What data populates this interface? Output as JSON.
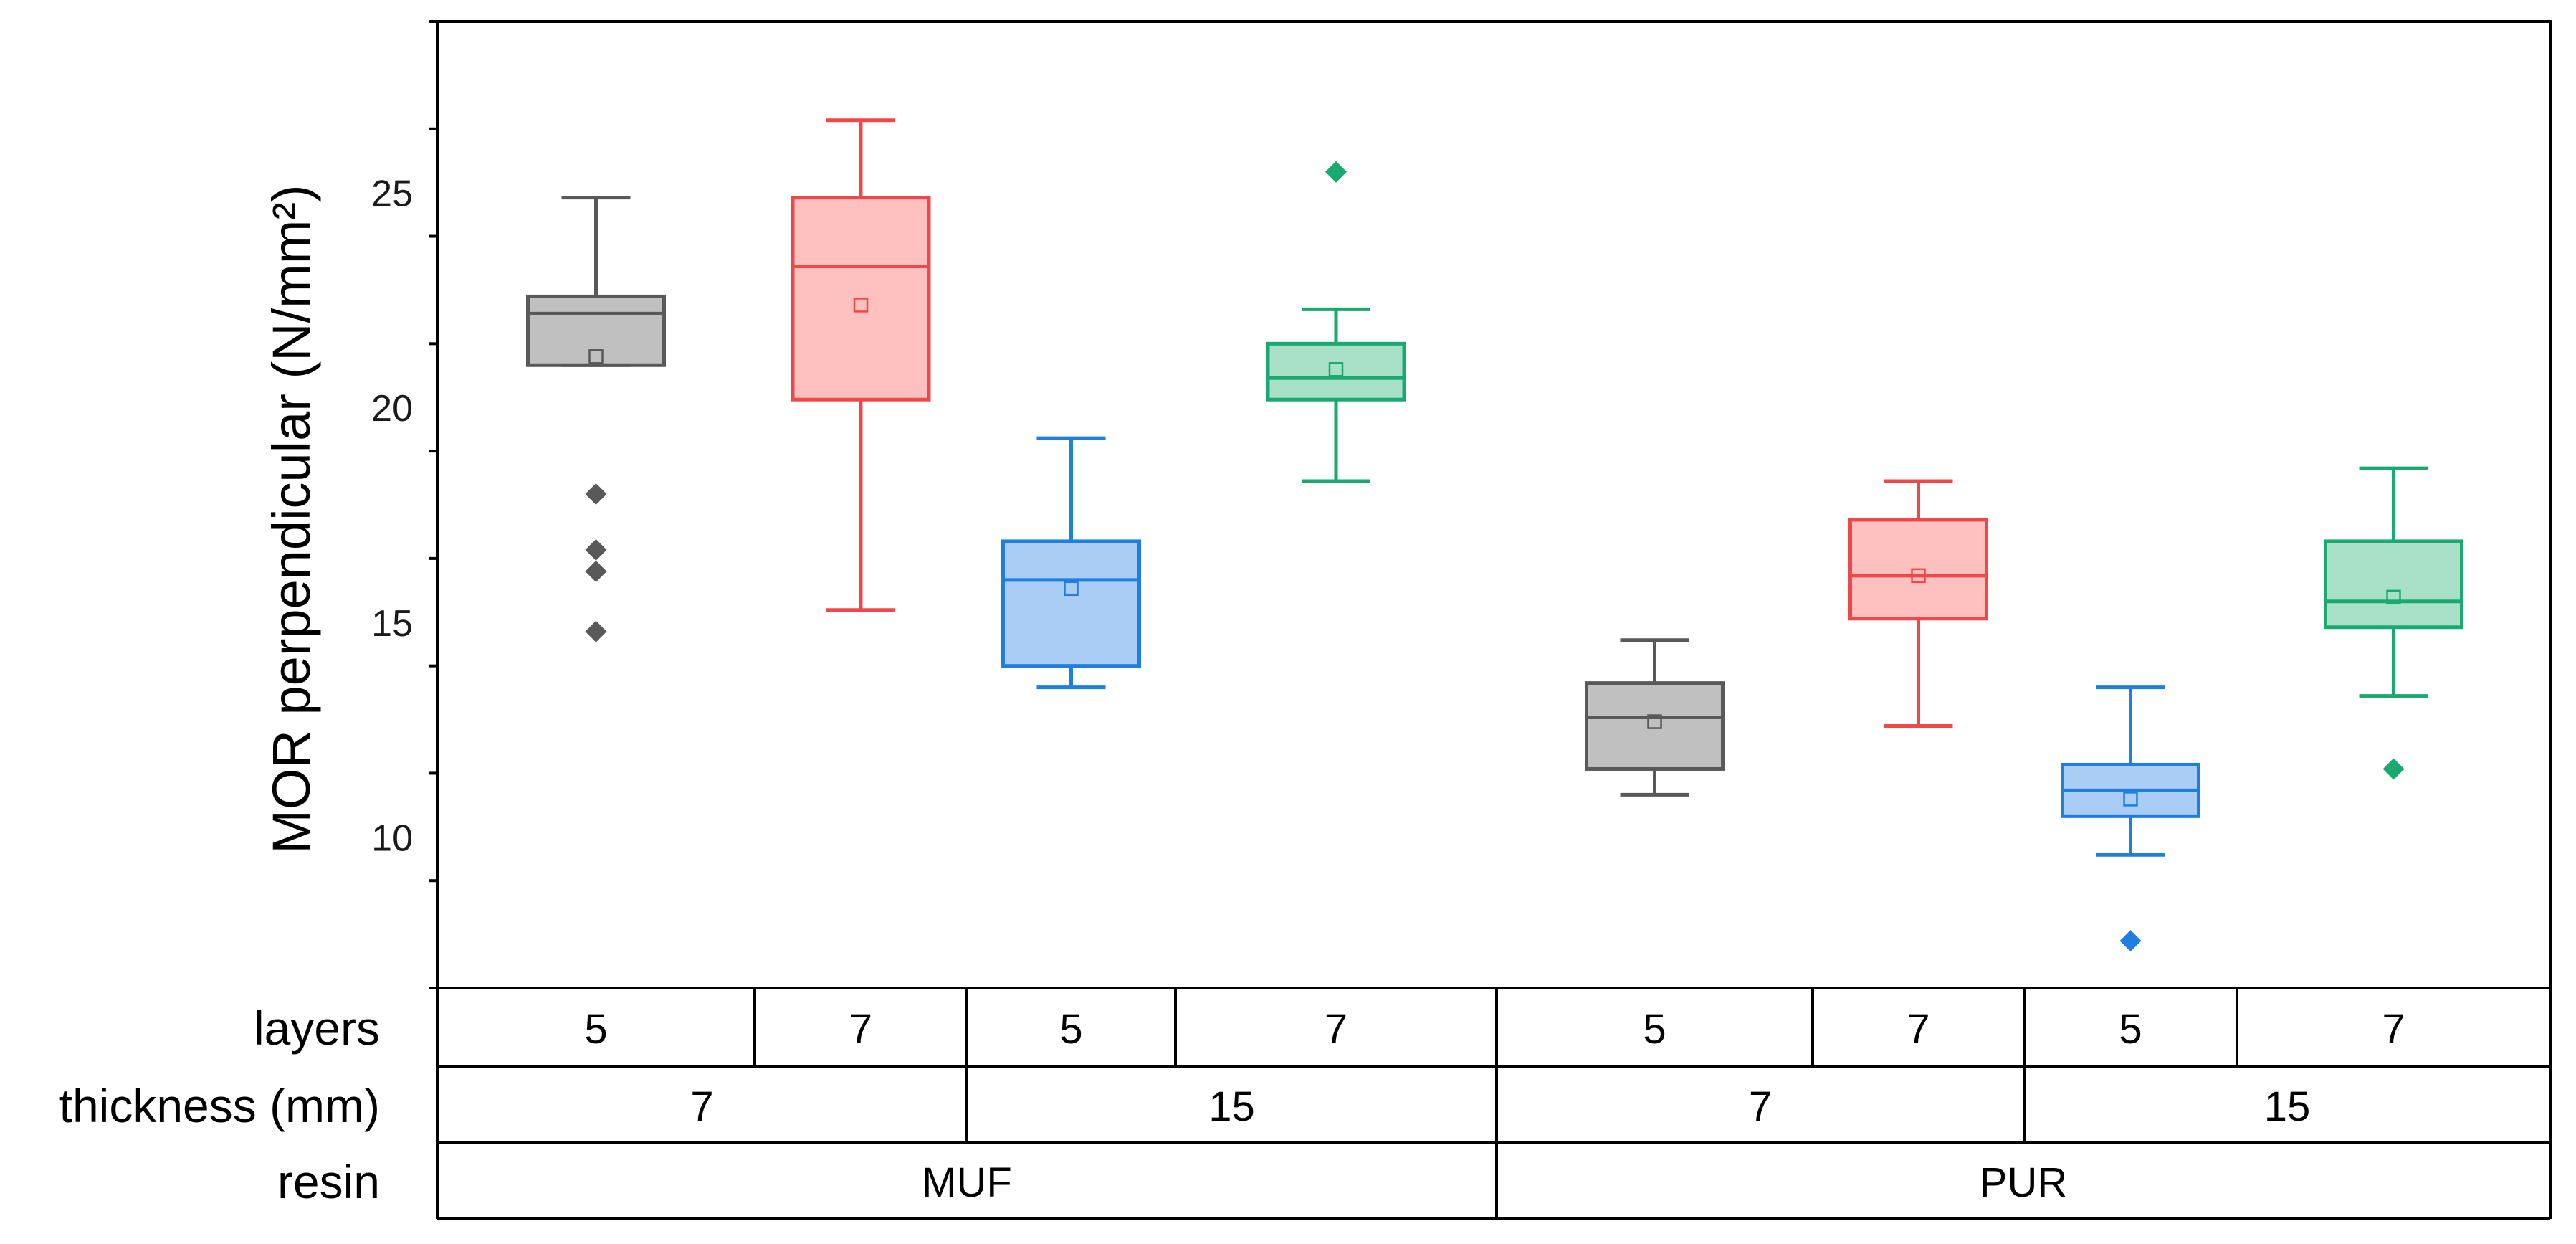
{
  "chart_data": {
    "type": "box",
    "title": "",
    "ylabel": "MOR perpendicular (N/mm²)",
    "ylim": [
      6.5,
      29.0
    ],
    "yticks": [
      10,
      15,
      20,
      25
    ],
    "grid": false,
    "boxes": [
      {
        "group": 1,
        "resin": "MUF",
        "thickness": "7",
        "layers": "5",
        "color": "#595959",
        "fill": "#c0c0c0",
        "whisker_low": 21.0,
        "q1": 21.0,
        "median": 22.2,
        "q3": 22.6,
        "whisker_high": 24.9,
        "mean": 21.2,
        "outliers": [
          18.0,
          16.7,
          16.2,
          14.8
        ]
      },
      {
        "group": 2,
        "resin": "MUF",
        "thickness": "7",
        "layers": "7",
        "color": "#f04848",
        "fill": "#ffc0c0",
        "whisker_low": 15.3,
        "q1": 20.2,
        "median": 23.3,
        "q3": 24.9,
        "whisker_high": 26.7,
        "mean": 22.4,
        "outliers": []
      },
      {
        "group": 3,
        "resin": "MUF",
        "thickness": "15",
        "layers": "5",
        "color": "#1e7fe0",
        "fill": "#a9cdf5",
        "whisker_low": 13.5,
        "q1": 14.0,
        "median": 16.0,
        "q3": 16.9,
        "whisker_high": 19.3,
        "mean": 15.8,
        "outliers": []
      },
      {
        "group": 4,
        "resin": "MUF",
        "thickness": "15",
        "layers": "7",
        "color": "#1aaa70",
        "fill": "#a8e0c8",
        "whisker_low": 18.3,
        "q1": 20.2,
        "median": 20.7,
        "q3": 21.5,
        "whisker_high": 22.3,
        "mean": 20.9,
        "outliers": [
          25.5
        ]
      },
      {
        "group": 5,
        "resin": "PUR",
        "thickness": "7",
        "layers": "5",
        "color": "#595959",
        "fill": "#c0c0c0",
        "whisker_low": 11.0,
        "q1": 11.6,
        "median": 12.8,
        "q3": 13.6,
        "whisker_high": 14.6,
        "mean": 12.7,
        "outliers": []
      },
      {
        "group": 6,
        "resin": "PUR",
        "thickness": "7",
        "layers": "7",
        "color": "#f04848",
        "fill": "#ffc0c0",
        "whisker_low": 12.6,
        "q1": 15.1,
        "median": 16.1,
        "q3": 17.4,
        "whisker_high": 18.3,
        "mean": 16.1,
        "outliers": []
      },
      {
        "group": 7,
        "resin": "PUR",
        "thickness": "15",
        "layers": "5",
        "color": "#1e7fe0",
        "fill": "#a9cdf5",
        "whisker_low": 9.6,
        "q1": 10.5,
        "median": 11.1,
        "q3": 11.7,
        "whisker_high": 13.5,
        "mean": 10.9,
        "outliers": [
          7.6
        ]
      },
      {
        "group": 8,
        "resin": "PUR",
        "thickness": "15",
        "layers": "7",
        "color": "#1aaa70",
        "fill": "#a8e0c8",
        "whisker_low": 13.3,
        "q1": 14.9,
        "median": 15.5,
        "q3": 16.9,
        "whisker_high": 18.6,
        "mean": 15.6,
        "outliers": [
          11.6
        ]
      }
    ],
    "category_table": {
      "rows": [
        {
          "label": "layers",
          "cells": [
            {
              "text": "5",
              "from": 1,
              "to": 1
            },
            {
              "text": "7",
              "from": 2,
              "to": 2
            },
            {
              "text": "5",
              "from": 3,
              "to": 3
            },
            {
              "text": "7",
              "from": 4,
              "to": 4
            },
            {
              "text": "5",
              "from": 5,
              "to": 5
            },
            {
              "text": "7",
              "from": 6,
              "to": 6
            },
            {
              "text": "5",
              "from": 7,
              "to": 7
            },
            {
              "text": "7",
              "from": 8,
              "to": 8
            }
          ]
        },
        {
          "label": "thickness (mm)",
          "cells": [
            {
              "text": "7",
              "from": 1,
              "to": 2
            },
            {
              "text": "15",
              "from": 3,
              "to": 4
            },
            {
              "text": "7",
              "from": 5,
              "to": 6
            },
            {
              "text": "15",
              "from": 7,
              "to": 8
            }
          ]
        },
        {
          "label": "resin",
          "cells": [
            {
              "text": "MUF",
              "from": 1,
              "to": 4
            },
            {
              "text": "PUR",
              "from": 5,
              "to": 8
            }
          ]
        }
      ]
    }
  }
}
